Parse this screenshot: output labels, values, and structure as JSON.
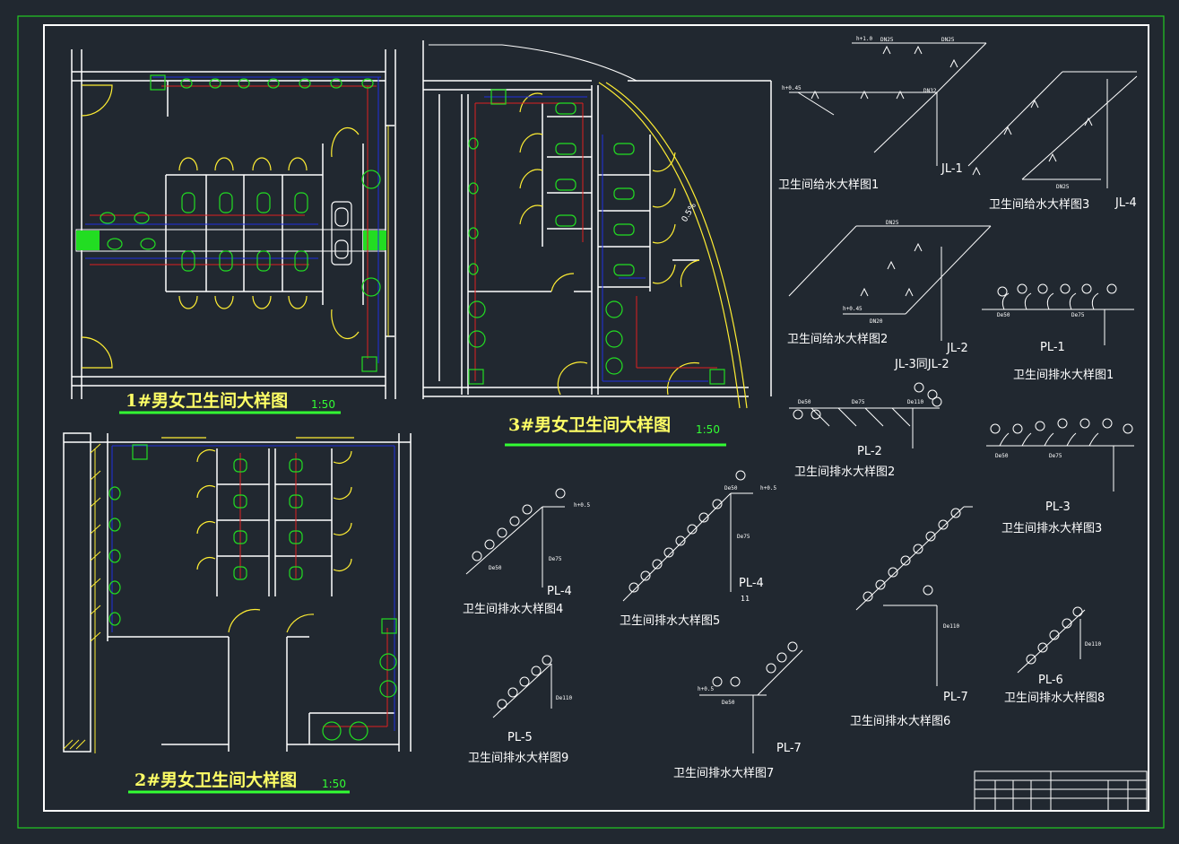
{
  "colors": {
    "background": "#212830",
    "frame": "#ffffff",
    "outer_border": "#22cc22",
    "title_text": "#ffff66",
    "scale_text": "#33ff33",
    "supply_pipe": "#e02020",
    "drain_pipe": "#2030e0",
    "fixture": "#22dd22",
    "door": "#ffee33"
  },
  "plans": [
    {
      "title": "1#男女卫生间大样图",
      "scale": "1:50"
    },
    {
      "title": "2#男女卫生间大样图",
      "scale": "1:50"
    },
    {
      "title": "3#男女卫生间大样图",
      "scale": "1:50"
    }
  ],
  "plan_notes": {
    "slope": "0.5%"
  },
  "supply_diagrams": [
    {
      "caption": "卫生间给水大样图1",
      "riser": "JL-1"
    },
    {
      "caption": "卫生间给水大样图2",
      "riser": "JL-2",
      "riser_extra": "JL-3同JL-2"
    },
    {
      "caption": "卫生间给水大样图3",
      "riser": "JL-4"
    }
  ],
  "drain_diagrams": [
    {
      "caption": "卫生间排水大样图1",
      "riser": "PL-1"
    },
    {
      "caption": "卫生间排水大样图2",
      "riser": "PL-2"
    },
    {
      "caption": "卫生间排水大样图3",
      "riser": "PL-3"
    },
    {
      "caption": "卫生间排水大样图4",
      "riser": "PL-4"
    },
    {
      "caption": "卫生间排水大样图5",
      "riser": "PL-4"
    },
    {
      "caption": "卫生间排水大样图6",
      "riser": "PL-7"
    },
    {
      "caption": "卫生间排水大样图7",
      "riser": "PL-7"
    },
    {
      "caption": "卫生间排水大样图8",
      "riser": "PL-6"
    },
    {
      "caption": "卫生间排水大样图9",
      "riser": "PL-5"
    }
  ],
  "pipe_labels": {
    "dn25": "DN25",
    "dn32": "DN32",
    "dn20": "DN20",
    "de50": "De50",
    "de75": "De75",
    "de110": "De110",
    "elev_1": "h+1.0",
    "elev_045": "h+0.45",
    "elev_005": "h+0.5",
    "floor_mark": "11"
  }
}
